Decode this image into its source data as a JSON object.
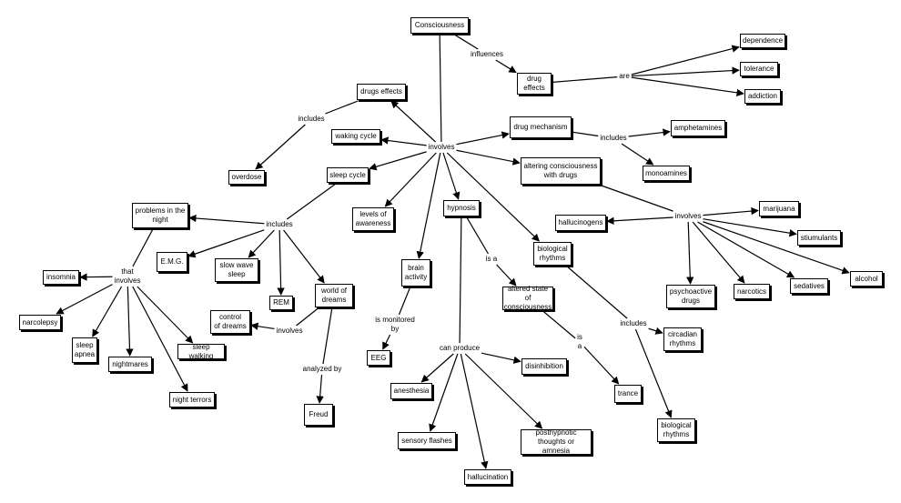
{
  "colors": {
    "line": "#000000",
    "box_border": "#000000",
    "background": "#ffffff"
  },
  "nodes": {
    "consciousness": "Consciousness",
    "drug_effects_top": "drug\neffects",
    "dependence": "dependence",
    "tolerance": "tolerance",
    "addiction": "addiction",
    "drugs_effects": "drugs  effects",
    "overdose": "overdose",
    "waking_cycle": "waking cycle",
    "drug_mechanism": "drug mechanism",
    "amphetamines": "amphetamines",
    "monoamines": "monoamines",
    "altering_consciousness": "altering consciousness\nwith drugs",
    "sleep_cycle": "sleep cycle",
    "problems_night": "problems in the\nnight",
    "levels_awareness": "levels of\nawareness",
    "hypnosis": "hypnosis",
    "biological_rhythms": "biological\nrhythms",
    "hallucinogens": "hallucinogens",
    "marijuana": "marijuana",
    "stimulants": "stiumulants",
    "alcohol": "alcohol",
    "sedatives": "sedatives",
    "narcotics": "narcotics",
    "psychoactive": "psychoactive\ndrugs",
    "emg": "E.M.G.",
    "slow_wave": "slow  wave\nsleep",
    "rem": "REM",
    "world_dreams": "world of\ndreams",
    "control_dreams": "control\nof dreams",
    "freud": "Freud",
    "insomnia": "insomnia",
    "narcolepsy": "narcolepsy",
    "sleep_apnea": "sleep\napnea",
    "nightmares": "nightmares",
    "sleep_walking": "sleep walking",
    "night_terrors": "night terrors",
    "brain_activity": "brain\nactivity",
    "eeg": "EEG",
    "altered_state": "altered state of\nconsciousness",
    "trance": "trance",
    "circadian": "circadian\nrhythms",
    "biological_rhythms_2": "biological\nrhythms",
    "disinhibition": "disinhibition",
    "anesthesia": "anesthesia",
    "sensory_flashes": "sensory flashes",
    "posthypnotic": "posthypnotic\nthoughts or amnesia",
    "hallucination": "hallucination"
  },
  "links": {
    "influences": "influences",
    "are": "are",
    "includes_drugs": "includes",
    "involves_center": "involves",
    "includes_mechanism": "includes",
    "includes_sleep": "includes",
    "that_involves": "that\ninvolves",
    "involves_drugs": "involves",
    "involves_dreams": "involves",
    "analyzed_by": "analyzed by",
    "is_monitored_by": "is monitored\nby",
    "is_a": "is a",
    "is_a_2": "is\na",
    "includes_rhythms": "includes",
    "can_produce": "can produce"
  }
}
